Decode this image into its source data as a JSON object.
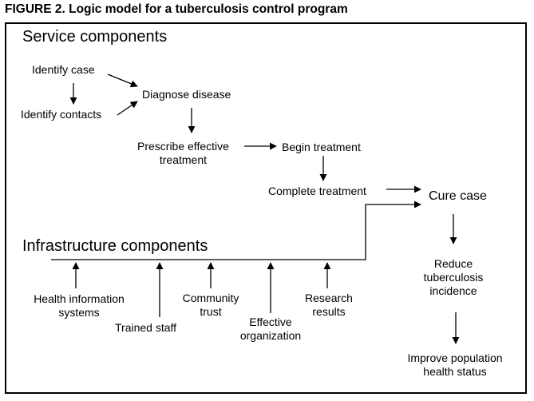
{
  "figure_title": "FIGURE 2. Logic model for a tuberculosis control program",
  "sections": {
    "service": "Service components",
    "infrastructure": "Infrastructure components"
  },
  "nodes": {
    "identify_case": "Identify case",
    "identify_contacts": "Identify contacts",
    "diagnose_disease": "Diagnose disease",
    "prescribe_treatment": [
      "Prescribe effective",
      "treatment"
    ],
    "begin_treatment": "Begin treatment",
    "complete_treatment": "Complete treatment",
    "cure_case": "Cure case",
    "reduce_incidence": [
      "Reduce",
      "tuberculosis",
      "incidence"
    ],
    "improve_health": [
      "Improve population",
      "health status"
    ]
  },
  "infrastructure_items": {
    "health_info": [
      "Health information",
      "systems"
    ],
    "trained_staff": "Trained staff",
    "community_trust": [
      "Community",
      "trust"
    ],
    "effective_org": [
      "Effective",
      "organization"
    ],
    "research_results": [
      "Research",
      "results"
    ]
  }
}
